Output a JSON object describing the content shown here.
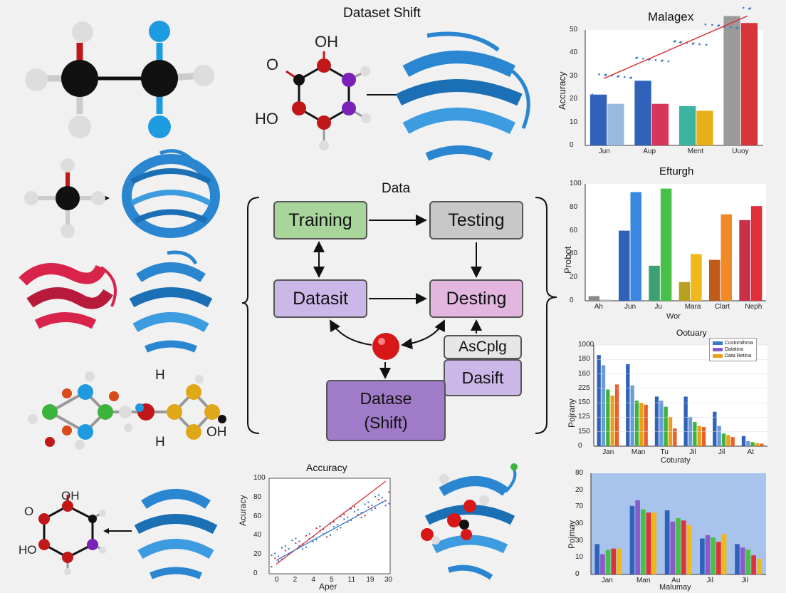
{
  "titles": {
    "main": "Dataset Shift",
    "data": "Data"
  },
  "molecules": {
    "oh_top": "OH",
    "o_top": "O",
    "ho_top": "HO",
    "oh_bottom": "OH",
    "o_bottom": "O",
    "ho_bottom": "HO",
    "h_a": "H",
    "h_b": "H",
    "oh_ring": "OH"
  },
  "flow": {
    "training": "Training",
    "testing": "Testing",
    "datasit": "Datasit",
    "desting": "Desting",
    "ascplg": "AsCplg",
    "dasift": "Dasift",
    "datase_line1": "Datase",
    "datase_line2": "(Shift)"
  },
  "colors": {
    "blue": "#3a78c6",
    "red": "#d8353a",
    "protein_blue": "#2a86d0",
    "protein_red": "#d8244a",
    "training_fill": "#a8d69a",
    "testing_fill": "#c8c8c8",
    "purple_light": "#cbb8e8",
    "pink_light": "#e3b6e0",
    "purple_mid": "#a07cc8"
  },
  "chart_data": [
    {
      "type": "bar",
      "title": "Malagex",
      "ylabel": "Accuracy",
      "categories": [
        "Jun",
        "Aup",
        "Ment",
        "Uuoy"
      ],
      "ylim": [
        0,
        50
      ],
      "yticks": [
        0,
        10,
        20,
        30,
        40,
        50
      ],
      "series": [
        {
          "values": [
            22,
            28,
            17,
            56
          ]
        },
        {
          "values": [
            18,
            18,
            15,
            53
          ]
        }
      ],
      "overlay_line": {
        "x": [
          0.1,
          3.8
        ],
        "y": [
          29,
          56
        ]
      }
    },
    {
      "type": "bar",
      "title": "Efturgh",
      "ylabel": "Probot",
      "xlabel": "Wor",
      "categories": [
        "Ah",
        "Jun",
        "Ju",
        "Mara",
        "Clart",
        "Neph"
      ],
      "ylim": [
        0,
        100
      ],
      "yticks": [
        0,
        20,
        40,
        60,
        80,
        100
      ],
      "series": [
        {
          "values": [
            4,
            60,
            30,
            16,
            35,
            69
          ]
        },
        {
          "values": [
            1,
            93,
            96,
            40,
            74,
            81
          ]
        }
      ]
    },
    {
      "type": "bar",
      "title": "Ootuary",
      "ylabel": "Pojrany",
      "xlabel": "Coturaty",
      "categories": [
        "Jan",
        "Man",
        "Tu",
        "Jil",
        "Jil",
        "At"
      ],
      "yticks": [
        "0",
        "150",
        "125",
        "150",
        "225",
        "160",
        "180",
        "1000"
      ],
      "legend": [
        "Customthma",
        "Datatina",
        "Data Retina"
      ],
      "series": [
        {
          "values": [
            180,
            162,
            98,
            98,
            68,
            20
          ]
        },
        {
          "values": [
            160,
            120,
            90,
            58,
            40,
            10
          ]
        },
        {
          "values": [
            112,
            90,
            78,
            48,
            25,
            8
          ]
        },
        {
          "values": [
            100,
            86,
            58,
            40,
            22,
            6
          ]
        },
        {
          "values": [
            122,
            82,
            35,
            38,
            18,
            5
          ]
        }
      ],
      "ylim": [
        0,
        200
      ]
    },
    {
      "type": "bar",
      "ylabel": "Pojmay",
      "xlabel": "Malumay",
      "categories": [
        "Jan",
        "Man",
        "Au",
        "Jil",
        "Jil"
      ],
      "yticks": [
        0,
        10,
        30,
        30,
        70,
        20,
        80
      ],
      "ylim": [
        0,
        90
      ],
      "series": [
        {
          "values": [
            27,
            61,
            57,
            32,
            27
          ]
        },
        {
          "values": [
            18,
            66,
            47,
            35,
            24
          ]
        },
        {
          "values": [
            22,
            58,
            50,
            33,
            22
          ]
        },
        {
          "values": [
            23,
            55,
            48,
            29,
            17
          ]
        },
        {
          "values": [
            23,
            55,
            44,
            36,
            14
          ]
        }
      ]
    },
    {
      "type": "scatter",
      "title": "Accuracy",
      "ylabel": "Acuracy",
      "xlabel": "Aper",
      "xticks": [
        "0",
        "2",
        "4",
        "5",
        "11",
        "19",
        "30"
      ],
      "yticks": [
        0,
        20,
        40,
        60,
        80,
        100
      ],
      "ylim": [
        0,
        100
      ],
      "lines": [
        {
          "color": "red",
          "y_start": 10,
          "y_end": 97
        },
        {
          "color": "blue",
          "y_start": 14,
          "y_end": 77
        }
      ]
    }
  ]
}
